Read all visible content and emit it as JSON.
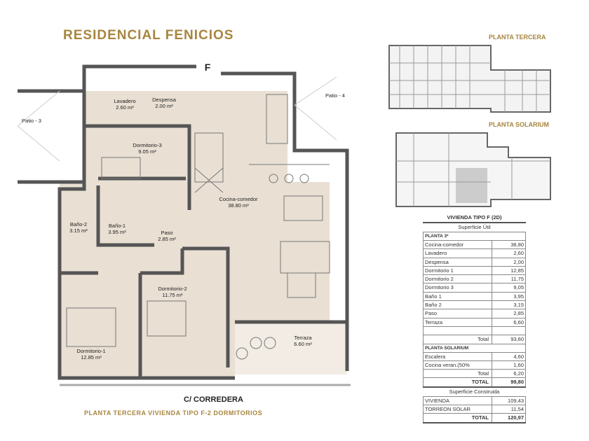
{
  "title": "RESIDENCIAL FENICIOS",
  "entrance": "F",
  "street": "C/ CORREDERA",
  "caption": "PLANTA TERCERA VIVIENDA TIPO F-2 DORMITORIOS",
  "rooms": {
    "patio3": "Patio - 3",
    "patio4": "Patio - 4",
    "lavadero": "Lavadero",
    "lavadero_area": "2.60 m²",
    "despensa": "Despensa",
    "despensa_area": "2.00 m²",
    "dorm3": "Dormitorio-3",
    "dorm3_area": "9.05 m²",
    "cocina": "Cocina-comedor",
    "cocina_area": "38.80 m²",
    "bano2": "Baño-2",
    "bano2_area": "3.15 m²",
    "bano1": "Baño-1",
    "bano1_area": "3.95 m²",
    "paso": "Paso",
    "paso_area": "2.85 m²",
    "dorm2": "Dormitorio-2",
    "dorm2_area": "11.75 m²",
    "dorm1": "Dormitorio-1",
    "dorm1_area": "12.85 m²",
    "terraza": "Terraza",
    "terraza_area": "6.60 m²"
  },
  "thumbs": {
    "tercera": "PLANTA TERCERA",
    "solarium": "PLANTA SOLARIUM"
  },
  "table": {
    "header": "VIVIENDA TIPO F  (2D)",
    "util": "Superficie Útil",
    "planta3": "PLANTA 3ª",
    "rows": [
      [
        "Cocina-comedor",
        "38,80"
      ],
      [
        "Lavadero",
        "2,60"
      ],
      [
        "Despensa",
        "2,00"
      ],
      [
        "Dormitorio 1",
        "12,85"
      ],
      [
        "Dormitorio 2",
        "11,75"
      ],
      [
        "Dormitorio 3",
        "9,05"
      ],
      [
        "Baño 1",
        "3,95"
      ],
      [
        "Baño 2",
        "3,15"
      ],
      [
        "Paso",
        "2,85"
      ],
      [
        "Terraza",
        "6,60"
      ]
    ],
    "total3": [
      "Total",
      "93,60"
    ],
    "solarium": "PLANTA SOLARIUM",
    "sol_rows": [
      [
        "Escalera",
        "4,60"
      ],
      [
        "Cocina veran.(50%",
        "1,60"
      ]
    ],
    "total_sol": [
      "Total",
      "6,20"
    ],
    "total": [
      "TOTAL",
      "99,80"
    ],
    "construida": "Superficie Construida",
    "c_rows": [
      [
        "VIVIENDA",
        "109,43"
      ],
      [
        "TORREON SOLAR",
        "11,54"
      ]
    ],
    "c_total": [
      "TOTAL",
      "120,97"
    ]
  }
}
